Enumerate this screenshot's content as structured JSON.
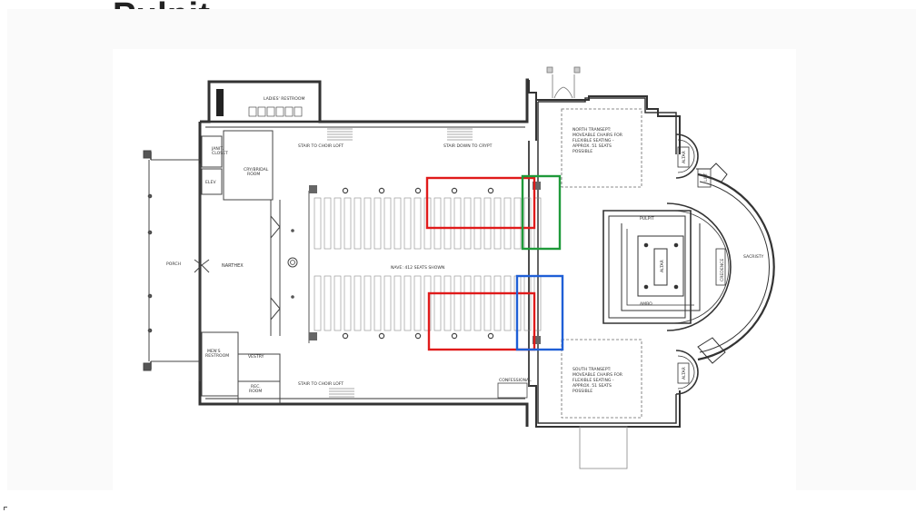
{
  "title": "Pulpit",
  "colors": {
    "highlight_red": "#e01b1b",
    "highlight_green": "#1f9a3a",
    "highlight_blue": "#1f5fd6",
    "wall": "#333333",
    "pew": "#8a8a8a",
    "panel_bg": "#fafafa"
  },
  "plan": {
    "porch": "PORCH",
    "narthex": "NARTHEX",
    "nave": "NAVE: 412 SEATS SHOWN",
    "stair_choir_top": "STAIR TO CHOIR LOFT",
    "stair_down": "STAIR DOWN TO CRYPT",
    "stair_choir_bottom": "STAIR TO CHOIR LOFT",
    "ladies_restroom": "LADIES' RESTROOM",
    "janitor": [
      "JANIT.",
      "CLOSET"
    ],
    "cry_room": [
      "CRY/BRIDAL",
      "ROOM"
    ],
    "elev": "ELEV",
    "mens_restroom": [
      "MEN'S",
      "RESTROOM"
    ],
    "vestry": "VESTRY",
    "rec_room": [
      "REC.",
      "ROOM"
    ],
    "confessional": "CONFESSIONAL",
    "north_transept": [
      "NORTH TRANSEPT:",
      "MOVEABLE CHAIRS FOR",
      "FLEXIBLE SEATING -",
      "APPROX. 51 SEATS",
      "POSSIBLE"
    ],
    "south_transept": [
      "SOUTH TRANSEPT:",
      "MOVEABLE CHAIRS FOR",
      "FLEXIBLE SEATING -",
      "APPROX. 51 SEATS",
      "POSSIBLE"
    ],
    "altar": "ALTAR",
    "altar_north": "ALTAR",
    "altar_south": "ALTAR",
    "pulpit": "PULPIT",
    "ambo": "AMBO",
    "credence": "CREDENCE",
    "sacristy": "SACRISTY",
    "lift": "LIFT"
  }
}
